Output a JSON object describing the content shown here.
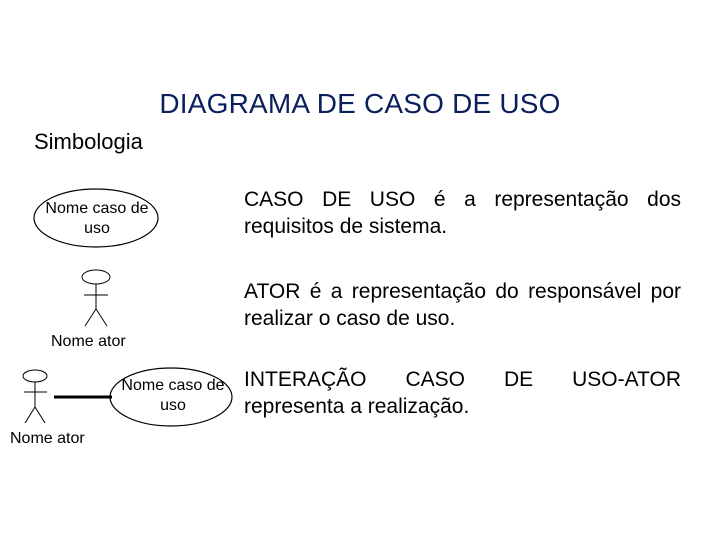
{
  "title": "DIAGRAMA DE CASO DE USO",
  "subtitle": "Simbologia",
  "use_case": {
    "label_line1": "Nome caso de",
    "label_line2": "uso",
    "desc_lead": "CASO DE USO",
    "desc_rest": " é a representação dos requisitos de sistema."
  },
  "actor": {
    "label": "Nome ator",
    "desc_lead": "ATOR",
    "desc_rest": " é a representação do responsável por realizar o caso de uso."
  },
  "interaction": {
    "actor_label": "Nome ator",
    "uc_line1": "Nome caso de",
    "uc_line2": "uso",
    "desc_line1": "INTERAÇÃO CASO DE USO-ATOR",
    "desc_line2": "representa a realização."
  },
  "colors": {
    "title": "#0b1f5c",
    "text": "#000000",
    "background": "#ffffff"
  }
}
